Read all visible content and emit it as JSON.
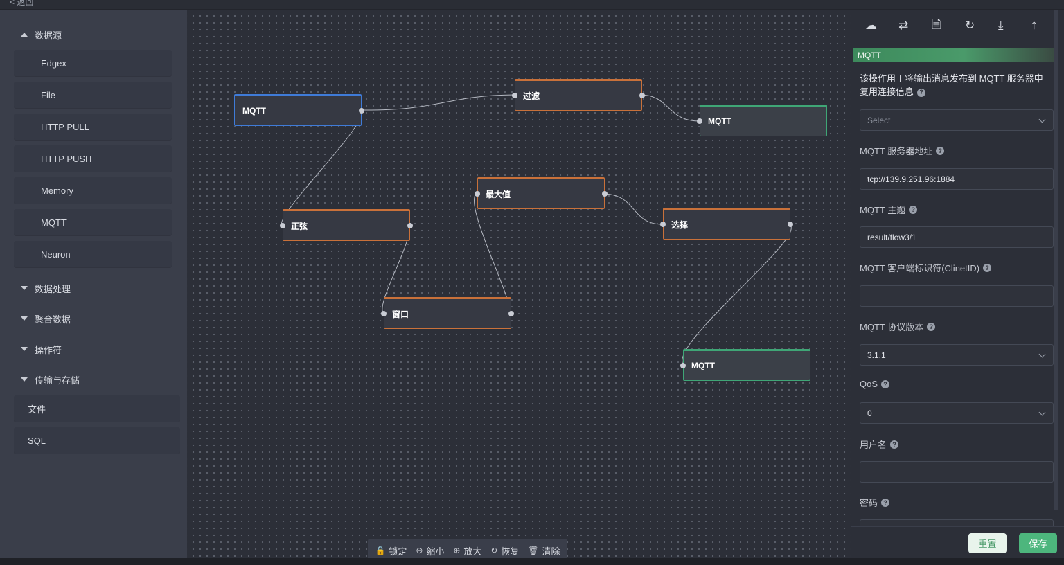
{
  "top": {
    "back_label": "< 返回"
  },
  "sidebar": {
    "group_source": "数据源",
    "source_items": [
      "Edgex",
      "File",
      "HTTP PULL",
      "HTTP PUSH",
      "Memory",
      "MQTT",
      "Neuron"
    ],
    "group_processing": "数据处理",
    "group_aggregation": "聚合数据",
    "group_operators": "操作符",
    "group_sink": "传输与存储",
    "sink_items": [
      "文件",
      "SQL"
    ]
  },
  "canvas": {
    "nodes": {
      "mqtt_source": "MQTT",
      "filter": "过滤",
      "mqtt_sink_1": "MQTT",
      "sine": "正弦",
      "max": "最大值",
      "select": "选择",
      "window": "窗口",
      "mqtt_sink_2": "MQTT"
    },
    "colors": {
      "source_border": "#3f7bd8",
      "operator_border": "#c9713a",
      "sink_border": "#3fa676"
    }
  },
  "toolbar": {
    "lock": "锁定",
    "zoom_out": "缩小",
    "zoom_in": "放大",
    "restore": "恢复",
    "clear": "清除"
  },
  "panel": {
    "icons": [
      "cloud-upload-icon",
      "sync-icon",
      "add-file-icon",
      "refresh-icon",
      "download-icon",
      "upload-icon"
    ],
    "title": "MQTT",
    "description": "该操作用于将输出消息发布到 MQTT 服务器中",
    "reuse_label": "复用连接信息",
    "reuse_placeholder": "Select",
    "server_label": "MQTT 服务器地址",
    "server_value": "tcp://139.9.251.96:1884",
    "topic_label": "MQTT 主题",
    "topic_value": "result/flow3/1",
    "clientid_label": "MQTT 客户端标识符(ClinetID)",
    "clientid_value": "",
    "protocol_label": "MQTT 协议版本",
    "protocol_value": "3.1.1",
    "qos_label": "QoS",
    "qos_value": "0",
    "username_label": "用户名",
    "username_value": "",
    "password_label": "密码",
    "reset_label": "重置",
    "save_label": "保存",
    "accent_color": "#4db67d"
  }
}
